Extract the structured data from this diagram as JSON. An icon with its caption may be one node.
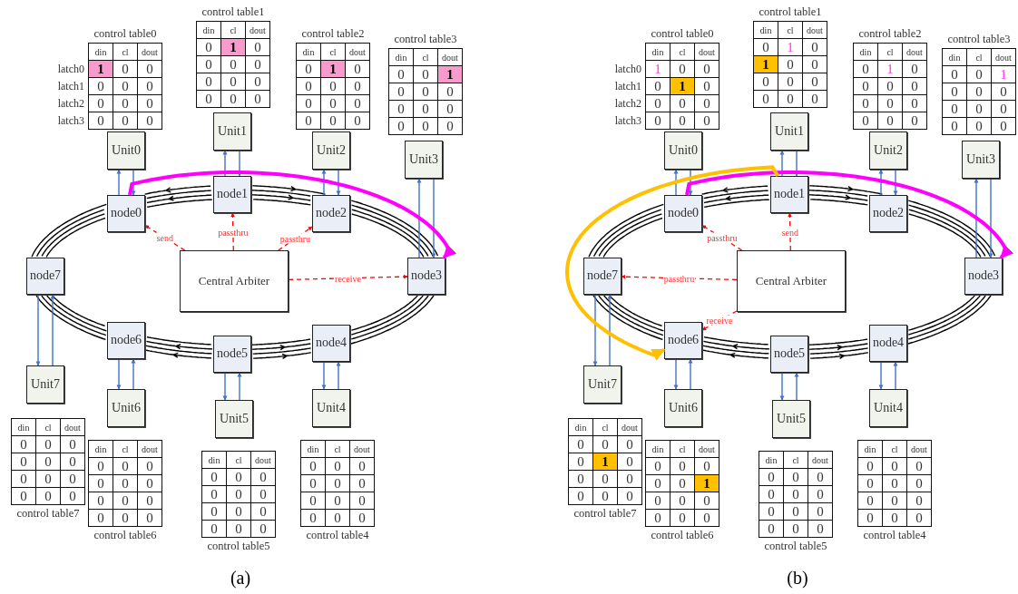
{
  "diagram": {
    "nodes": [
      {
        "text": [
          "node0"
        ]
      },
      {
        "text": [
          "node1"
        ]
      },
      {
        "text": [
          "node2"
        ]
      },
      {
        "text": [
          "node3"
        ]
      },
      {
        "text": [
          "node4"
        ]
      },
      {
        "text": [
          "node5"
        ]
      },
      {
        "text": [
          "node6"
        ]
      },
      {
        "text": [
          "node7"
        ]
      },
      {
        "text": [
          "Unit0"
        ]
      },
      {
        "text": [
          "Unit1"
        ]
      },
      {
        "text": [
          "Unit2"
        ]
      },
      {
        "text": [
          "Unit3"
        ]
      },
      {
        "text": [
          "Unit4"
        ]
      },
      {
        "text": [
          "Unit5"
        ]
      },
      {
        "text": [
          "Unit6"
        ]
      },
      {
        "text": [
          "Unit7"
        ]
      },
      {
        "text": [
          "Central Arbiter"
        ]
      },
      {
        "text": [
          "node0"
        ]
      },
      {
        "text": [
          "node1"
        ]
      },
      {
        "text": [
          "node2"
        ]
      },
      {
        "text": [
          "node3"
        ]
      },
      {
        "text": [
          "node4"
        ]
      },
      {
        "text": [
          "node5"
        ]
      },
      {
        "text": [
          "node6"
        ]
      },
      {
        "text": [
          "node7"
        ]
      },
      {
        "text": [
          "Unit0"
        ]
      },
      {
        "text": [
          "Unit1"
        ]
      },
      {
        "text": [
          "Unit2"
        ]
      },
      {
        "text": [
          "Unit3"
        ]
      },
      {
        "text": [
          "Unit4"
        ]
      },
      {
        "text": [
          "Unit5"
        ]
      },
      {
        "text": [
          "Unit6"
        ]
      },
      {
        "text": [
          "Unit7"
        ]
      },
      {
        "text": [
          "Central Arbiter"
        ]
      }
    ],
    "edges": [
      {
        "from": 1,
        "to": 0,
        "arrow": "to",
        "color": "#000000"
      },
      {
        "from": 1,
        "to": 2,
        "arrow": "to",
        "color": "#000000"
      },
      {
        "from": 2,
        "to": 3,
        "arrow": "none",
        "color": "#000000"
      },
      {
        "from": 3,
        "to": 4,
        "arrow": "none",
        "color": "#000000"
      },
      {
        "from": 5,
        "to": 4,
        "arrow": "to",
        "color": "#000000"
      },
      {
        "from": 5,
        "to": 6,
        "arrow": "to",
        "color": "#000000"
      },
      {
        "from": 6,
        "to": 7,
        "arrow": "none",
        "color": "#000000"
      },
      {
        "from": 7,
        "to": 0,
        "arrow": "none",
        "color": "#000000"
      },
      {
        "from": 0,
        "to": 8,
        "arrow": "to"
      },
      {
        "from": 8,
        "to": 0,
        "arrow": "to"
      },
      {
        "from": 1,
        "to": 9,
        "arrow": "to"
      },
      {
        "from": 9,
        "to": 1,
        "arrow": "to"
      },
      {
        "from": 2,
        "to": 10,
        "arrow": "to"
      },
      {
        "from": 10,
        "to": 2,
        "arrow": "to"
      },
      {
        "from": 3,
        "to": 11,
        "arrow": "to"
      },
      {
        "from": 11,
        "to": 3,
        "arrow": "to"
      },
      {
        "from": 4,
        "to": 12,
        "arrow": "to"
      },
      {
        "from": 12,
        "to": 4,
        "arrow": "to"
      },
      {
        "from": 5,
        "to": 13,
        "arrow": "to"
      },
      {
        "from": 13,
        "to": 5,
        "arrow": "to"
      },
      {
        "from": 6,
        "to": 14,
        "arrow": "to"
      },
      {
        "from": 14,
        "to": 6,
        "arrow": "to"
      },
      {
        "from": 7,
        "to": 15,
        "arrow": "to"
      },
      {
        "from": 15,
        "to": 7,
        "arrow": "to"
      },
      {
        "from": 16,
        "to": 0,
        "arrow": "to",
        "label": "send",
        "style": "dashed",
        "color": "#ff0000"
      },
      {
        "from": 16,
        "to": 1,
        "arrow": "to",
        "label": "passthru",
        "style": "dashed",
        "color": "#ff0000"
      },
      {
        "from": 16,
        "to": 2,
        "arrow": "to",
        "label": "passthru",
        "style": "dashed",
        "color": "#ff0000"
      },
      {
        "from": 16,
        "to": 3,
        "arrow": "to",
        "label": "receive",
        "style": "dashed",
        "color": "#ff0000"
      },
      {
        "from": 0,
        "to": 3,
        "arrow": "to",
        "style": "thick",
        "color": "#ff00ff"
      },
      {
        "from": 18,
        "to": 17,
        "arrow": "to",
        "color": "#000000"
      },
      {
        "from": 18,
        "to": 19,
        "arrow": "to",
        "color": "#000000"
      },
      {
        "from": 19,
        "to": 20,
        "arrow": "none",
        "color": "#000000"
      },
      {
        "from": 20,
        "to": 21,
        "arrow": "none",
        "color": "#000000"
      },
      {
        "from": 22,
        "to": 21,
        "arrow": "to",
        "color": "#000000"
      },
      {
        "from": 22,
        "to": 23,
        "arrow": "to",
        "color": "#000000"
      },
      {
        "from": 23,
        "to": 24,
        "arrow": "none",
        "color": "#000000"
      },
      {
        "from": 24,
        "to": 17,
        "arrow": "none",
        "color": "#000000"
      },
      {
        "from": 17,
        "to": 25,
        "arrow": "to"
      },
      {
        "from": 25,
        "to": 17,
        "arrow": "to"
      },
      {
        "from": 18,
        "to": 26,
        "arrow": "to"
      },
      {
        "from": 26,
        "to": 18,
        "arrow": "to"
      },
      {
        "from": 19,
        "to": 27,
        "arrow": "to"
      },
      {
        "from": 27,
        "to": 19,
        "arrow": "to"
      },
      {
        "from": 20,
        "to": 28,
        "arrow": "to"
      },
      {
        "from": 28,
        "to": 20,
        "arrow": "to"
      },
      {
        "from": 21,
        "to": 29,
        "arrow": "to"
      },
      {
        "from": 29,
        "to": 21,
        "arrow": "to"
      },
      {
        "from": 22,
        "to": 30,
        "arrow": "to"
      },
      {
        "from": 30,
        "to": 22,
        "arrow": "to"
      },
      {
        "from": 23,
        "to": 31,
        "arrow": "to"
      },
      {
        "from": 31,
        "to": 23,
        "arrow": "to"
      },
      {
        "from": 24,
        "to": 32,
        "arrow": "to"
      },
      {
        "from": 32,
        "to": 24,
        "arrow": "to"
      },
      {
        "from": 33,
        "to": 17,
        "arrow": "to",
        "label": "passthru",
        "style": "dashed",
        "color": "#ff0000"
      },
      {
        "from": 33,
        "to": 18,
        "arrow": "to",
        "label": "send",
        "style": "dashed",
        "color": "#ff0000"
      },
      {
        "from": 33,
        "to": 24,
        "arrow": "to",
        "label": "passthru",
        "style": "dashed",
        "color": "#ff0000"
      },
      {
        "from": 33,
        "to": 23,
        "arrow": "to",
        "label": "receive",
        "style": "dashed",
        "color": "#ff0000"
      },
      {
        "from": 17,
        "to": 20,
        "arrow": "to",
        "style": "thick",
        "color": "#ff00ff"
      },
      {
        "from": 18,
        "to": 23,
        "arrow": "to",
        "style": "thick",
        "color": "#ffc000"
      }
    ],
    "labels": [
      "control table0",
      "din",
      "cl",
      "dout",
      "latch0",
      "1",
      "0",
      "0",
      "latch1",
      "0",
      "0",
      "0",
      "latch2",
      "0",
      "0",
      "0",
      "latch3",
      "0",
      "0",
      "0",
      "control table1",
      "din",
      "cl",
      "dout",
      "0",
      "1",
      "0",
      "0",
      "0",
      "0",
      "0",
      "0",
      "0",
      "0",
      "0",
      "0",
      "control table2",
      "din",
      "cl",
      "dout",
      "0",
      "1",
      "0",
      "0",
      "0",
      "0",
      "0",
      "0",
      "0",
      "0",
      "0",
      "0",
      "control table3",
      "din",
      "cl",
      "dout",
      "0",
      "0",
      "1",
      "0",
      "0",
      "0",
      "0",
      "0",
      "0",
      "0",
      "0",
      "0",
      "din",
      "cl",
      "dout",
      "0",
      "0",
      "0",
      "0",
      "0",
      "0",
      "0",
      "0",
      "0",
      "0",
      "0",
      "0",
      "control table7",
      "din",
      "cl",
      "dout",
      "0",
      "0",
      "0",
      "0",
      "0",
      "0",
      "0",
      "0",
      "0",
      "0",
      "0",
      "0",
      "control table6",
      "din",
      "cl",
      "dout",
      "0",
      "0",
      "0",
      "0",
      "0",
      "0",
      "0",
      "0",
      "0",
      "0",
      "0",
      "0",
      "control table5",
      "din",
      "cl",
      "dout",
      "0",
      "0",
      "0",
      "0",
      "0",
      "0",
      "0",
      "0",
      "0",
      "0",
      "0",
      "0",
      "control table4",
      "(a)",
      "control table0",
      "din",
      "cl",
      "dout",
      "latch0",
      "1",
      "0",
      "0",
      "latch1",
      "0",
      "1",
      "0",
      "latch2",
      "0",
      "0",
      "0",
      "latch3",
      "0",
      "0",
      "0",
      "control table1",
      "din",
      "cl",
      "dout",
      "0",
      "1",
      "0",
      "1",
      "0",
      "0",
      "0",
      "0",
      "0",
      "0",
      "0",
      "0",
      "control table2",
      "din",
      "cl",
      "dout",
      "0",
      "1",
      "0",
      "0",
      "0",
      "0",
      "0",
      "0",
      "0",
      "0",
      "0",
      "0",
      "control table3",
      "din",
      "cl",
      "dout",
      "0",
      "0",
      "1",
      "0",
      "0",
      "0",
      "0",
      "0",
      "0",
      "0",
      "0",
      "0",
      "din",
      "cl",
      "dout",
      "0",
      "0",
      "0",
      "0",
      "1",
      "0",
      "0",
      "0",
      "0",
      "0",
      "0",
      "0",
      "control table7",
      "din",
      "cl",
      "dout",
      "0",
      "0",
      "0",
      "0",
      "0",
      "1",
      "0",
      "0",
      "0",
      "0",
      "0",
      "0",
      "control table6",
      "din",
      "cl",
      "dout",
      "0",
      "0",
      "0",
      "0",
      "0",
      "0",
      "0",
      "0",
      "0",
      "0",
      "0",
      "0",
      "control table5",
      "din",
      "cl",
      "dout",
      "0",
      "0",
      "0",
      "0",
      "0",
      "0",
      "0",
      "0",
      "0",
      "0",
      "0",
      "0",
      "control table4",
      "(b)"
    ]
  }
}
